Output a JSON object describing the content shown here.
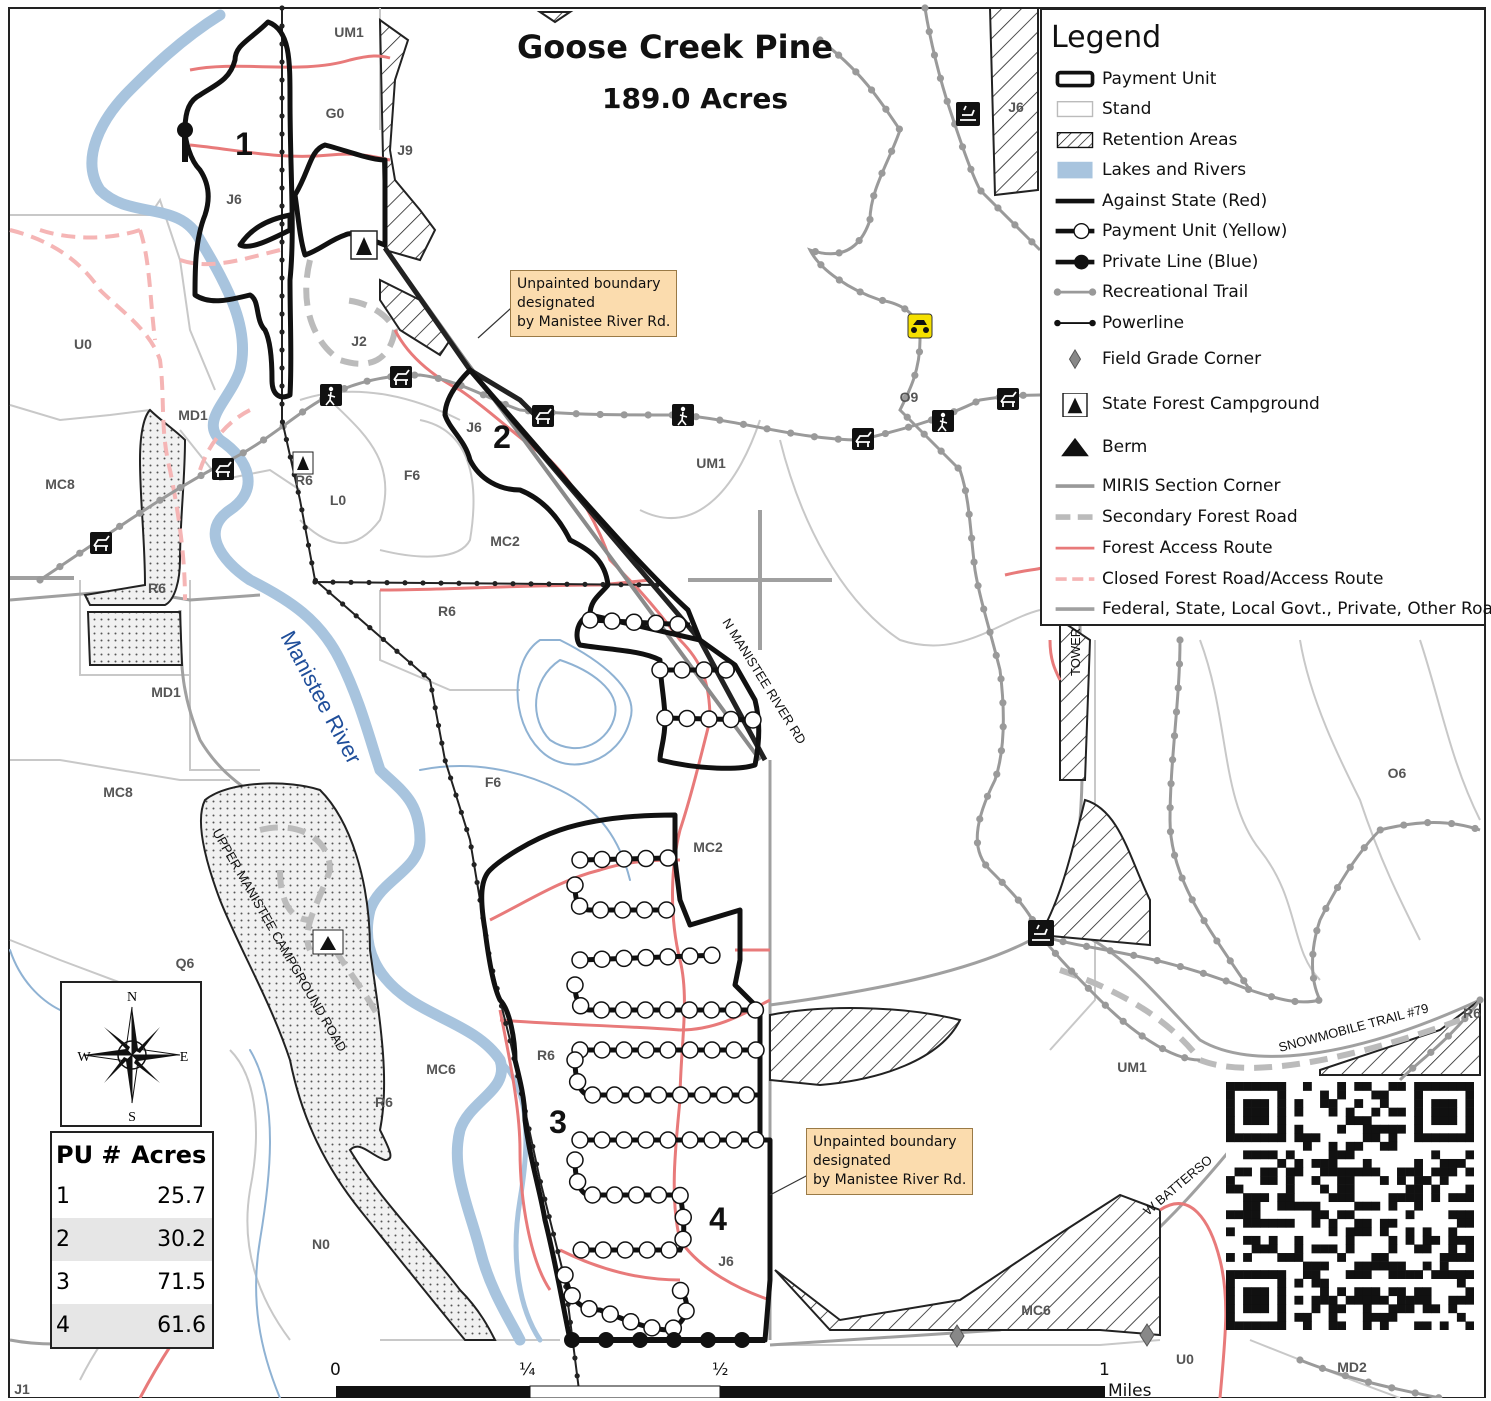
{
  "title": "Goose Creek Pine",
  "subtitle": "189.0 Acres",
  "legend": {
    "title": "Legend",
    "items": [
      {
        "label": "Payment Unit",
        "icon": "payment-unit-box-icon"
      },
      {
        "label": "Stand",
        "icon": "stand-box-icon"
      },
      {
        "label": "Retention Areas",
        "icon": "hatched-box-icon"
      },
      {
        "label": "Lakes and Rivers",
        "icon": "water-box-icon"
      },
      {
        "label": "Against State (Red)",
        "icon": "thick-line-icon"
      },
      {
        "label": "Payment Unit (Yellow)",
        "icon": "open-circle-line-icon"
      },
      {
        "label": "Private Line (Blue)",
        "icon": "filled-circle-line-icon"
      },
      {
        "label": "Recreational Trail",
        "icon": "dotted-gray-line-icon"
      },
      {
        "label": "Powerline",
        "icon": "dotted-black-line-icon"
      },
      {
        "label": "Field Grade Corner",
        "icon": "diamond-icon"
      },
      {
        "label": "State Forest Campground",
        "icon": "tent-icon"
      },
      {
        "label": "Berm",
        "icon": "triangle-icon"
      },
      {
        "label": "MIRIS Section Corner",
        "icon": "gray-line-icon"
      },
      {
        "label": "Secondary Forest Road",
        "icon": "dashed-gray-line-icon"
      },
      {
        "label": "Forest Access Route",
        "icon": "red-line-icon"
      },
      {
        "label": "Closed Forest Road/Access Route",
        "icon": "dashed-pink-line-icon"
      },
      {
        "label": "Federal, State, Local Govt., Private, Other Road",
        "icon": "gray-road-icon"
      }
    ]
  },
  "pu_table": {
    "headers": [
      "PU #",
      "Acres"
    ],
    "rows": [
      [
        "1",
        "25.7"
      ],
      [
        "2",
        "30.2"
      ],
      [
        "3",
        "71.5"
      ],
      [
        "4",
        "61.6"
      ]
    ]
  },
  "unit_labels": [
    "1",
    "2",
    "3",
    "4"
  ],
  "stand_labels": [
    "UM1",
    "G0",
    "J9",
    "J6",
    "U0",
    "J2",
    "MD1",
    "MC8",
    "J6",
    "F6",
    "L0",
    "MC2",
    "R6",
    "R6",
    "R6",
    "UM1",
    "O9",
    "MD1",
    "F6",
    "MC8",
    "MC2",
    "Q6",
    "MC6",
    "R6",
    "R6",
    "N0",
    "J6",
    "O6",
    "UM1",
    "MC6",
    "U0",
    "MD2",
    "J1",
    "R6",
    "J6"
  ],
  "road_labels": [
    "N MANISTEE RIVER RD",
    "UPPER MANISTEE CAMPGROUND ROAD",
    "SNOWMOBILE TRAIL #79",
    "W BATTERSO",
    "TOWER"
  ],
  "river_label": "Manistee River",
  "callouts": [
    "Unpainted boundary\ndesignated\nby Manistee River Rd.",
    "Unpainted boundary\ndesignated\nby Manistee River Rd."
  ],
  "compass": {
    "n": "N",
    "s": "S",
    "e": "E",
    "w": "W"
  },
  "scale": {
    "ticks": [
      "0",
      "¼",
      "½",
      "1"
    ],
    "unit": "Miles"
  },
  "colors": {
    "water": "#a8c4de",
    "forest_access": "#e87a7a",
    "closed_road": "#f5b5b5",
    "stand_line": "#c8c8c8",
    "road_gray": "#a0a0a0",
    "callout_bg": "#fbdcae"
  }
}
